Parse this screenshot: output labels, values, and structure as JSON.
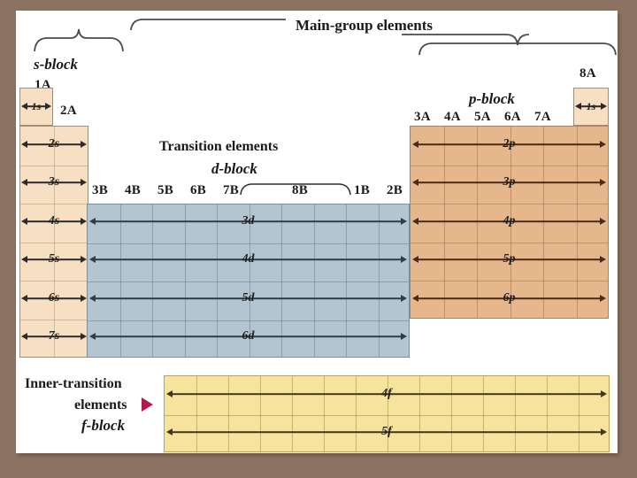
{
  "figure": {
    "title": "Main-group elements",
    "background_color": "#8c7260",
    "card_color": "#ffffff"
  },
  "labels": {
    "main_group": "Main-group elements",
    "s_block": "s-block",
    "p_block": "p-block",
    "d_block": "d-block",
    "f_block": "f-block",
    "transition_elements": "Transition elements",
    "inner_transition_line1": "Inner-transition",
    "inner_transition_line2": "elements"
  },
  "colors": {
    "s_block": "#f6dfc2",
    "d_block": "#b3c5d1",
    "p_block": "#e6b68d",
    "f_block": "#f6e49d",
    "pointer": "#b01c4b",
    "arrow": "#2b2b2b"
  },
  "group_headers": {
    "s": [
      "1A",
      "2A"
    ],
    "d": [
      "3B",
      "4B",
      "5B",
      "6B",
      "7B",
      "8B",
      "1B",
      "2B"
    ],
    "p": [
      "3A",
      "4A",
      "5A",
      "6A",
      "7A",
      "8A"
    ]
  },
  "orbitals": {
    "s": [
      "1s",
      "2s",
      "3s",
      "4s",
      "5s",
      "6s",
      "7s"
    ],
    "d": [
      "3d",
      "4d",
      "5d",
      "6d"
    ],
    "p": [
      "2p",
      "3p",
      "4p",
      "5p",
      "6p"
    ],
    "f": [
      "4f",
      "5f"
    ],
    "helium": "1s"
  },
  "chart_data": {
    "type": "table",
    "title": "Main-group elements",
    "description": "Periodic table organized by electron-orbital blocks",
    "blocks": [
      {
        "name": "s-block",
        "label": "s-block",
        "color": "#f6dfc2",
        "columns": 2,
        "rows": 7,
        "group_labels": [
          "1A",
          "2A"
        ],
        "orbital_rows": [
          "1s",
          "2s",
          "3s",
          "4s",
          "5s",
          "6s",
          "7s"
        ],
        "note": "Row 1 (1s) occupies only group 1A column width"
      },
      {
        "name": "d-block",
        "label": "Transition elements d-block",
        "color": "#b3c5d1",
        "columns": 10,
        "rows": 4,
        "group_labels": [
          "3B",
          "4B",
          "5B",
          "6B",
          "7B",
          "8B",
          "8B",
          "8B",
          "1B",
          "2B"
        ],
        "orbital_rows": [
          "3d",
          "4d",
          "5d",
          "6d"
        ],
        "note": "8B spans three columns under a brace"
      },
      {
        "name": "p-block",
        "label": "p-block",
        "color": "#e6b68d",
        "columns": 6,
        "rows": 5,
        "group_labels": [
          "3A",
          "4A",
          "5A",
          "6A",
          "7A",
          "8A"
        ],
        "orbital_rows": [
          "2p",
          "3p",
          "4p",
          "5p",
          "6p"
        ],
        "note": "Helium cell (1s) sits above 8A column, colored as s-block"
      },
      {
        "name": "f-block",
        "label": "Inner-transition elements f-block",
        "color": "#f6e49d",
        "columns": 14,
        "rows": 2,
        "group_labels": [],
        "orbital_rows": [
          "4f",
          "5f"
        ]
      }
    ],
    "annotations": [
      "Main-group elements brace spans s-block and p-block",
      "Magenta pointer triangle indicates the f-block"
    ]
  }
}
